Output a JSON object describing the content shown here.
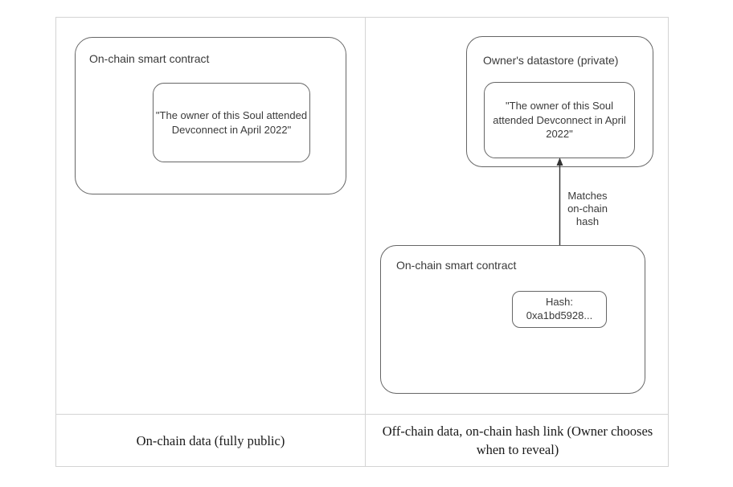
{
  "colors": {
    "frame_border": "#d4d4d4",
    "box_border": "#666666",
    "diagram_text": "#3a3a3a",
    "caption_text": "#1a1a1a",
    "arrow": "#333333",
    "background": "#ffffff"
  },
  "left_panel": {
    "contract_box_label": "On-chain smart contract",
    "claim_text": "\"The owner of this Soul attended Devconnect in April 2022\"",
    "caption": "On-chain data (fully public)"
  },
  "right_panel": {
    "datastore_box_label": "Owner's datastore (private)",
    "claim_text": "\"The owner of this Soul attended Devconnect in April 2022\"",
    "arrow_label": "Matches on-chain hash",
    "contract_box_label": "On-chain smart contract",
    "hash_label": "Hash:",
    "hash_value": "0xa1bd5928...",
    "caption": "Off-chain data, on-chain hash link (Owner chooses when to reveal)"
  }
}
